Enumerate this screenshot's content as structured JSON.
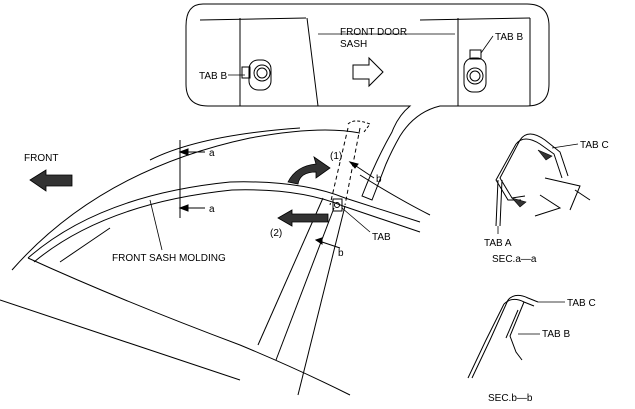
{
  "labels": {
    "front": "FRONT",
    "front_door_sash_line1": "FRONT DOOR",
    "front_door_sash_line2": "SASH",
    "tab_b_left": "TAB B",
    "tab_b_right": "TAB B",
    "step1": "(1)",
    "step2": "(2)",
    "tab": "TAB",
    "section_a_top": "a",
    "section_a_bottom": "a",
    "section_b_top": "b",
    "section_b_bottom": "b",
    "front_sash_molding": "FRONT SASH MOLDING",
    "tab_c_upper": "TAB C",
    "tab_a": "TAB A",
    "sec_a": "SEC.a—a",
    "tab_c_lower": "TAB C",
    "tab_b_lower": "TAB B",
    "sec_b": "SEC.b—b"
  },
  "colors": {
    "line": "#000000",
    "arrow_fill": "#333333",
    "background": "#ffffff"
  },
  "icons": {
    "front_direction": "arrow-left-filled-icon",
    "transition": "arrow-right-outline-icon",
    "detach_up": "curved-arrow-icon",
    "detach_down": "arrow-left-filled-icon"
  }
}
